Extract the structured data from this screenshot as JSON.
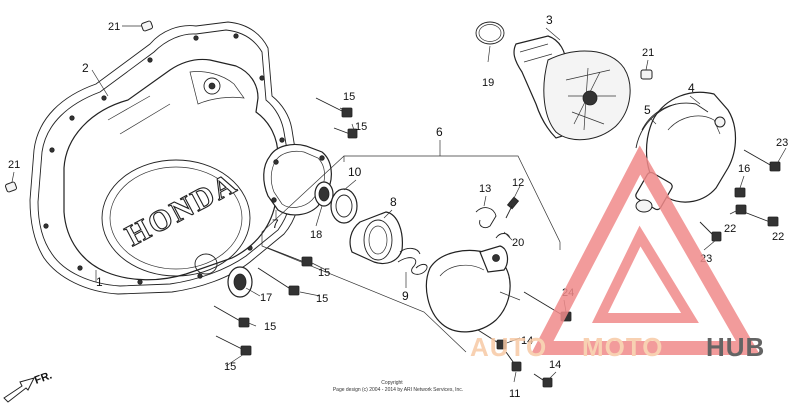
{
  "diagram": {
    "brand_embossed": "HONDA",
    "direction_label": "FR.",
    "callouts": [
      "1",
      "2",
      "3",
      "4",
      "5",
      "6",
      "7",
      "8",
      "9",
      "10",
      "11",
      "12",
      "13",
      "14",
      "15",
      "16",
      "17",
      "18",
      "19",
      "20",
      "21",
      "22",
      "23",
      "24"
    ],
    "copyright_line1": "Copyright",
    "copyright_line2": "Page design (c) 2004 - 2014 by ARI Network Services, Inc."
  },
  "watermark": {
    "part1": "AUTO",
    "part2": "MOTO",
    "part3": "HUB",
    "color_light": "#f7c9a5",
    "color_dark": "#4a4a4a",
    "triangle_color": "#f08a8a"
  }
}
